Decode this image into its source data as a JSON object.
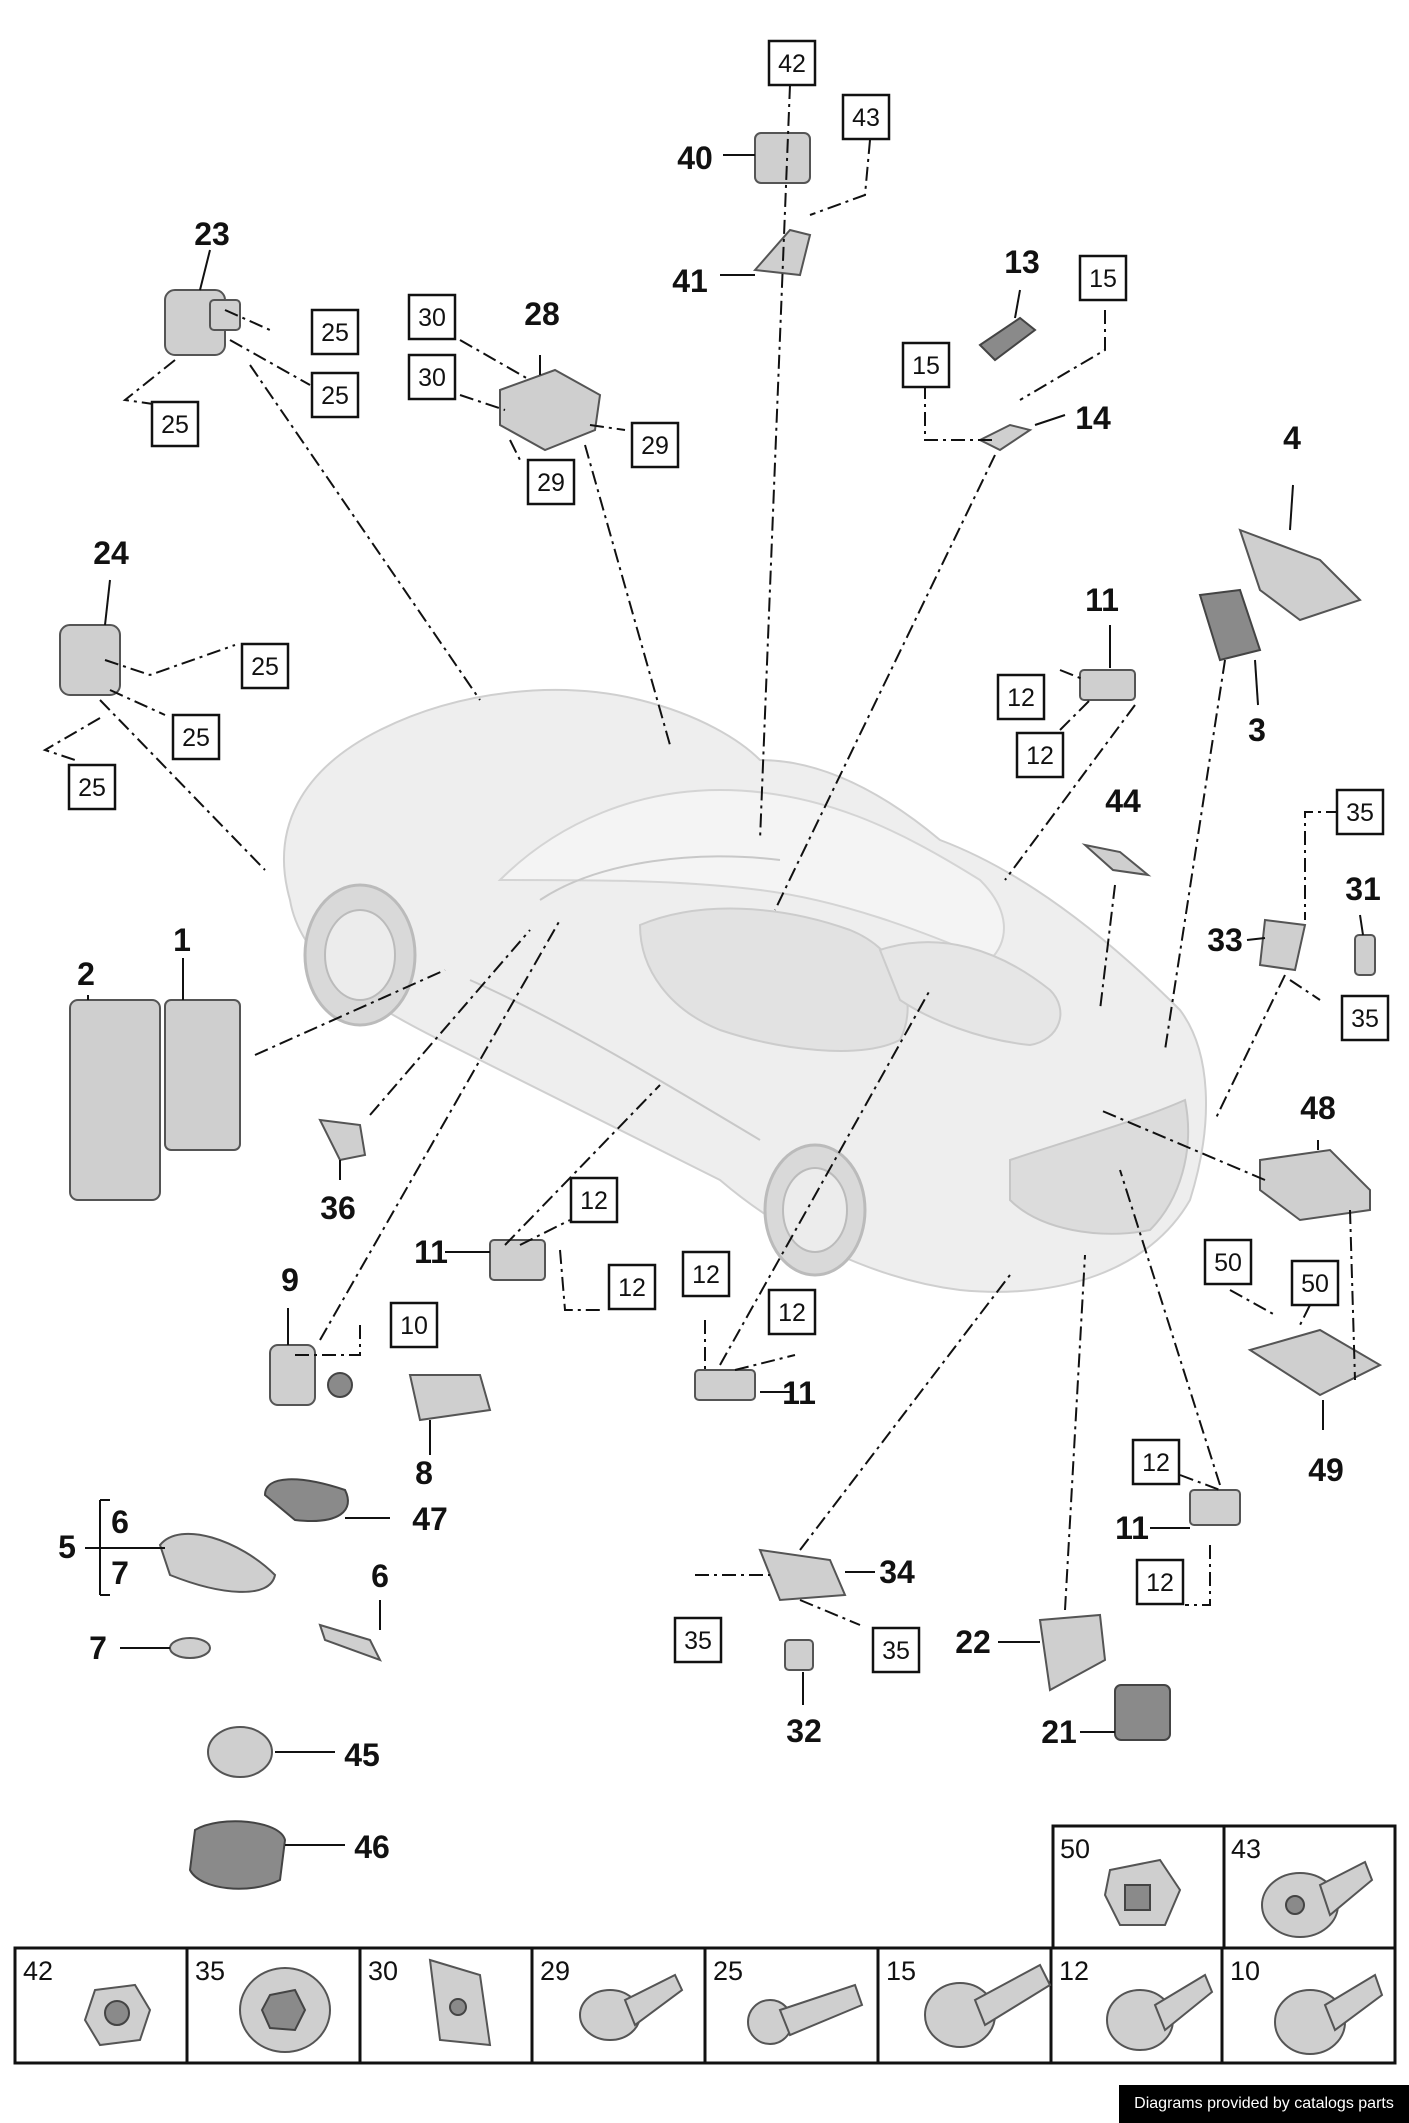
{
  "credit": "Diagrams provided by catalogs parts",
  "callouts": [
    {
      "id": "c42",
      "text": "42",
      "boxed": true
    },
    {
      "id": "c43",
      "text": "43",
      "boxed": true
    },
    {
      "id": "c40",
      "text": "40",
      "boxed": false
    },
    {
      "id": "c41",
      "text": "41",
      "boxed": false
    },
    {
      "id": "c13",
      "text": "13",
      "boxed": false
    },
    {
      "id": "c15a",
      "text": "15",
      "boxed": true
    },
    {
      "id": "c15b",
      "text": "15",
      "boxed": true
    },
    {
      "id": "c14",
      "text": "14",
      "boxed": false
    },
    {
      "id": "c23",
      "text": "23",
      "boxed": false
    },
    {
      "id": "c25a",
      "text": "25",
      "boxed": true
    },
    {
      "id": "c25b",
      "text": "25",
      "boxed": true
    },
    {
      "id": "c25c",
      "text": "25",
      "boxed": true
    },
    {
      "id": "c28",
      "text": "28",
      "boxed": false
    },
    {
      "id": "c30a",
      "text": "30",
      "boxed": true
    },
    {
      "id": "c30b",
      "text": "30",
      "boxed": true
    },
    {
      "id": "c29a",
      "text": "29",
      "boxed": true
    },
    {
      "id": "c29b",
      "text": "29",
      "boxed": true
    },
    {
      "id": "c4",
      "text": "4",
      "boxed": false
    },
    {
      "id": "c3",
      "text": "3",
      "boxed": false
    },
    {
      "id": "c24",
      "text": "24",
      "boxed": false
    },
    {
      "id": "c25d",
      "text": "25",
      "boxed": true
    },
    {
      "id": "c25e",
      "text": "25",
      "boxed": true
    },
    {
      "id": "c25f",
      "text": "25",
      "boxed": true
    },
    {
      "id": "c11a",
      "text": "11",
      "boxed": false
    },
    {
      "id": "c12a",
      "text": "12",
      "boxed": true
    },
    {
      "id": "c12b",
      "text": "12",
      "boxed": true
    },
    {
      "id": "c44",
      "text": "44",
      "boxed": false
    },
    {
      "id": "c35a",
      "text": "35",
      "boxed": true
    },
    {
      "id": "c31",
      "text": "31",
      "boxed": false
    },
    {
      "id": "c33",
      "text": "33",
      "boxed": false
    },
    {
      "id": "c35b",
      "text": "35",
      "boxed": true
    },
    {
      "id": "c2",
      "text": "2",
      "boxed": false
    },
    {
      "id": "c1",
      "text": "1",
      "boxed": false
    },
    {
      "id": "c48",
      "text": "48",
      "boxed": false
    },
    {
      "id": "c36",
      "text": "36",
      "boxed": false
    },
    {
      "id": "c11b",
      "text": "11",
      "boxed": false
    },
    {
      "id": "c12c",
      "text": "12",
      "boxed": true
    },
    {
      "id": "c12d",
      "text": "12",
      "boxed": true
    },
    {
      "id": "c9",
      "text": "9",
      "boxed": false
    },
    {
      "id": "c10",
      "text": "10",
      "boxed": true
    },
    {
      "id": "c12e",
      "text": "12",
      "boxed": true
    },
    {
      "id": "c12f",
      "text": "12",
      "boxed": true
    },
    {
      "id": "c11c",
      "text": "11",
      "boxed": false
    },
    {
      "id": "c50a",
      "text": "50",
      "boxed": true
    },
    {
      "id": "c50b",
      "text": "50",
      "boxed": true
    },
    {
      "id": "c49",
      "text": "49",
      "boxed": false
    },
    {
      "id": "c8",
      "text": "8",
      "boxed": false
    },
    {
      "id": "c47",
      "text": "47",
      "boxed": false
    },
    {
      "id": "c5",
      "text": "5",
      "boxed": false
    },
    {
      "id": "c6a",
      "text": "6",
      "boxed": false
    },
    {
      "id": "c7a",
      "text": "7",
      "boxed": false
    },
    {
      "id": "c6b",
      "text": "6",
      "boxed": false
    },
    {
      "id": "c7b",
      "text": "7",
      "boxed": false
    },
    {
      "id": "c12g",
      "text": "12",
      "boxed": true
    },
    {
      "id": "c11d",
      "text": "11",
      "boxed": false
    },
    {
      "id": "c12h",
      "text": "12",
      "boxed": true
    },
    {
      "id": "c34",
      "text": "34",
      "boxed": false
    },
    {
      "id": "c35c",
      "text": "35",
      "boxed": true
    },
    {
      "id": "c35d",
      "text": "35",
      "boxed": true
    },
    {
      "id": "c22",
      "text": "22",
      "boxed": false
    },
    {
      "id": "c32",
      "text": "32",
      "boxed": false
    },
    {
      "id": "c21",
      "text": "21",
      "boxed": false
    },
    {
      "id": "c45",
      "text": "45",
      "boxed": false
    },
    {
      "id": "c46",
      "text": "46",
      "boxed": false
    }
  ],
  "fastener_table": {
    "top_row": [
      "50",
      "43"
    ],
    "bottom_row": [
      "42",
      "35",
      "30",
      "29",
      "25",
      "15",
      "12",
      "10"
    ]
  }
}
